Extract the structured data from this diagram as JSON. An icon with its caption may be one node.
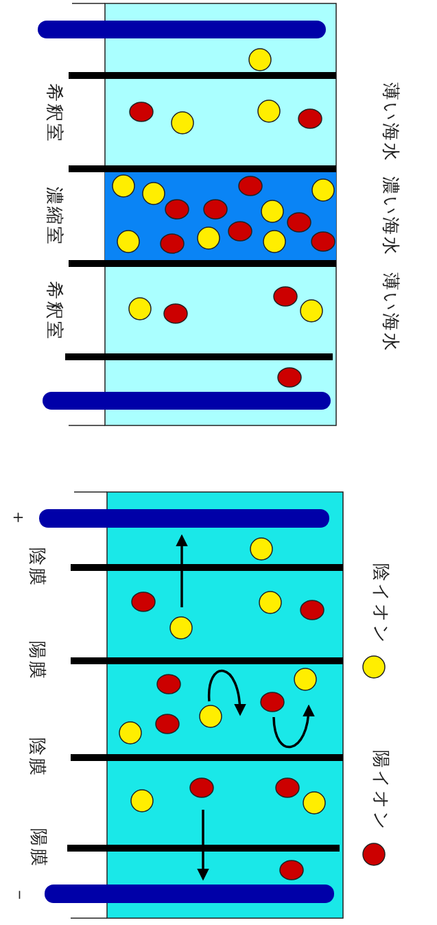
{
  "diagram": {
    "labels": [
      "希釈室",
      "薄い海水",
      "濃縮室",
      "濃い海水",
      "希釈室",
      "薄い海水",
      "＋",
      "陰膜",
      "陽膜",
      "陰膜",
      "陽膜",
      "－"
    ],
    "legend": [
      {
        "text": "陰イオン",
        "color": "#ffee00"
      },
      {
        "text": "陽イオン",
        "color": "#cc0000"
      }
    ]
  }
}
